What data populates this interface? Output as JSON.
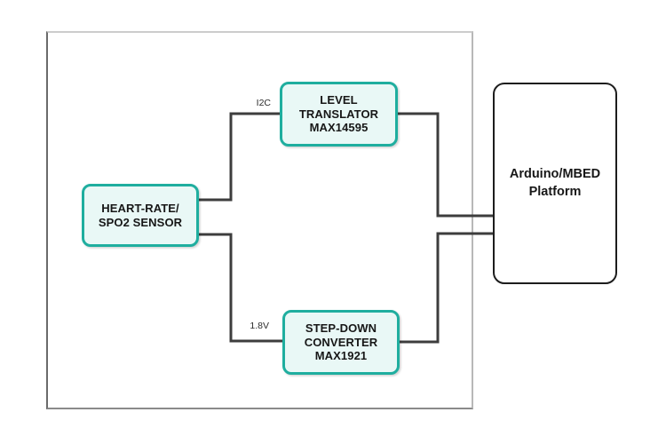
{
  "diagram": {
    "boxes": {
      "sensor": {
        "text": "HEART-RATE/\nSPO2 SENSOR"
      },
      "translator": {
        "text": "LEVEL\nTRANSLATOR\nMAX14595"
      },
      "stepdown": {
        "text": "STEP-DOWN\nCONVERTER\nMAX1921"
      },
      "platform": {
        "text": "Arduino/MBED\nPlatform"
      }
    },
    "wire_labels": {
      "i2c": "I2C",
      "v18": "1.8V"
    },
    "colors": {
      "teal_box_border": "#1fae9f",
      "teal_box_fill": "#e9f8f6",
      "platform_border": "#1d1d1d",
      "connector": "#3d3d3d",
      "board_outline": "#a9a9a9",
      "text": "#171717"
    }
  }
}
